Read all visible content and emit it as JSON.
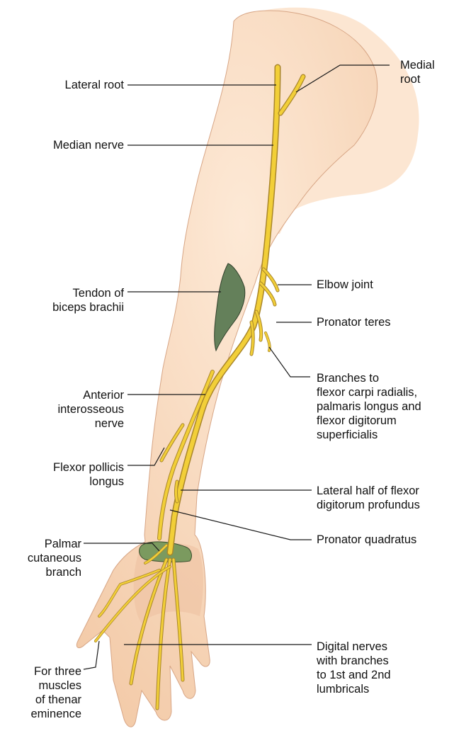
{
  "colors": {
    "skin_light": "#fbe7d3",
    "skin": "#f6d3b3",
    "skin_shadow": "#efc3a0",
    "skin_outline": "#c98f6f",
    "nerve": "#f2cf38",
    "nerve_outline": "#a9862a",
    "muscle": "#6b8a5c",
    "label_line": "#1a1a1a",
    "text": "#111111"
  },
  "labels": {
    "lateral_root": "Lateral root",
    "medial_root": "Medial\nroot",
    "median_nerve": "Median nerve",
    "tendon_biceps": "Tendon of\nbiceps brachii",
    "elbow_joint": "Elbow joint",
    "pronator_teres": "Pronator teres",
    "branches_to": "Branches to\nflexor carpi radialis,\npalmaris longus and\nflexor digitorum\nsuperficialis",
    "anterior_interosseous": "Anterior\ninterosseous\nnerve",
    "flexor_pollicis": "Flexor pollicis\nlongus",
    "lateral_half": "Lateral half of flexor\ndigitorum profundus",
    "palmar_cutaneous": "Palmar\ncutaneous\nbranch",
    "pronator_quadratus": "Pronator quadratus",
    "for_three_muscles": "For three\nmuscles\nof thenar\neminence",
    "digital_nerves": "Digital nerves\nwith branches\nto 1st and 2nd\nlumbricals"
  }
}
